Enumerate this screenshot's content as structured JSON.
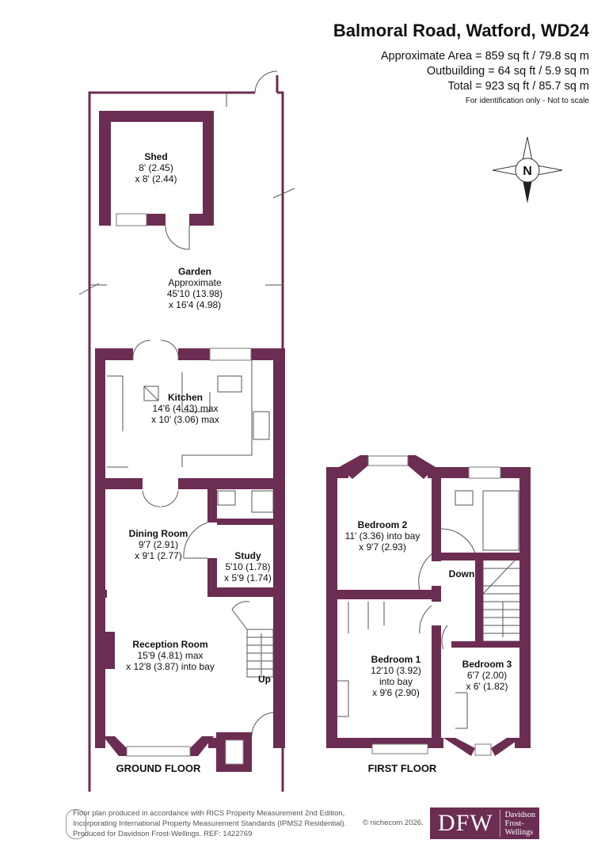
{
  "header": {
    "title": "Balmoral Road, Watford, WD24",
    "approx_area": "Approximate Area = 859 sq ft / 79.8 sq m",
    "outbuilding": "Outbuilding = 64 sq ft / 5.9 sq m",
    "total": "Total = 923 sq ft / 85.7 sq m",
    "note": "For identification only - Not to scale"
  },
  "compass": {
    "label": "N"
  },
  "colors": {
    "wall": "#6b2d52"
  },
  "rooms": {
    "shed": {
      "name": "Shed",
      "dim1": "8' (2.45)",
      "dim2": "x 8' (2.44)"
    },
    "garden": {
      "name": "Garden",
      "dim0": "Approximate",
      "dim1": "45'10 (13.98)",
      "dim2": "x 16'4 (4.98)"
    },
    "kitchen": {
      "name": "Kitchen",
      "dim1": "14'6 (4.43) max",
      "dim2": "x 10' (3.06) max"
    },
    "dining": {
      "name": "Dining Room",
      "dim1": "9'7 (2.91)",
      "dim2": "x 9'1 (2.77)"
    },
    "study": {
      "name": "Study",
      "dim1": "5'10 (1.78)",
      "dim2": "x 5'9 (1.74)"
    },
    "reception": {
      "name": "Reception Room",
      "dim1": "15'9 (4.81) max",
      "dim2": "x 12'8 (3.87) into bay"
    },
    "bedroom2": {
      "name": "Bedroom 2",
      "dim1": "11' (3.36) into bay",
      "dim2": "x 9'7 (2.93)"
    },
    "bedroom1": {
      "name": "Bedroom 1",
      "dim1": "12'10 (3.92)",
      "dim0": "into bay",
      "dim2": "x 9'6 (2.90)"
    },
    "bedroom3": {
      "name": "Bedroom 3",
      "dim1": "6'7 (2.00)",
      "dim2": "x 6' (1.82)"
    }
  },
  "stairs": {
    "up": "Up",
    "down": "Down"
  },
  "floors": {
    "ground": "GROUND FLOOR",
    "first": "FIRST FLOOR"
  },
  "footer": {
    "line1": "Floor plan produced in accordance with RICS Property Measurement 2nd Edition,",
    "line2": "Incorporating International Property Measurement Standards (IPMS2 Residential).",
    "line3": "Produced for Davidson Frost-Wellings.   REF: 1422769",
    "copyright": "© nichecom 2026.",
    "logo_mark": "DFW",
    "logo_name1": "Davidson",
    "logo_name2": "Frost-Wellings"
  }
}
